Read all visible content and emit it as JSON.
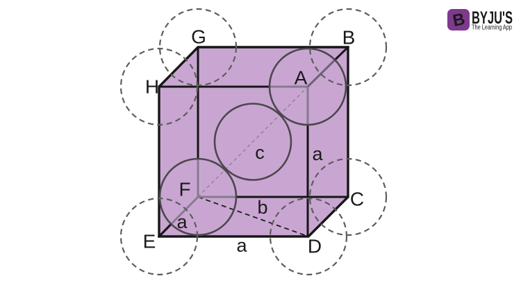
{
  "logo": {
    "brand": "BYJU'S",
    "tagline": "The Learning App",
    "badge_letter": "B",
    "brand_color": "#7e3a8d",
    "tagline_color": "#8f8f8f"
  },
  "diagram": {
    "kind": "body-centered cubic unit cell",
    "cell_fill_color": "#c9a6d2",
    "edge_color": "#161616",
    "atom_solid_outline_color": "#4c474e",
    "atom_dashed_outline_color": "#5d5d5d",
    "through_sphere_edge_color": "#867b8f",
    "vertices": [
      {
        "label": "G"
      },
      {
        "label": "B"
      },
      {
        "label": "H"
      },
      {
        "label": "A"
      },
      {
        "label": "E"
      },
      {
        "label": "F"
      },
      {
        "label": "C"
      },
      {
        "label": "D"
      }
    ],
    "edge_labels": [
      {
        "label": "a",
        "edge": "A-D vertical edge"
      },
      {
        "label": "a",
        "edge": "E-D bottom edge"
      },
      {
        "label": "a",
        "edge": "E-F depth edge"
      },
      {
        "label": "b",
        "edge": "F-D bottom face diagonal"
      },
      {
        "label": "c",
        "edge": "F-A body diagonal"
      }
    ]
  }
}
